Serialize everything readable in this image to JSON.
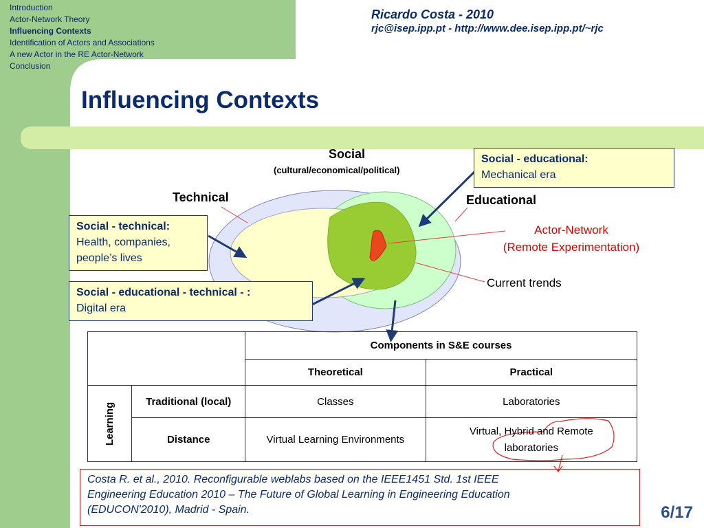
{
  "nav": {
    "items": [
      {
        "label": "Introduction"
      },
      {
        "label": "Actor-Network Theory"
      },
      {
        "label": "Influencing Contexts"
      },
      {
        "label": "Identification of Actors and Associations"
      },
      {
        "label": "A new Actor in the RE Actor-Network"
      },
      {
        "label": "Conclusion"
      }
    ]
  },
  "author": {
    "name": "Ricardo Costa - 2010",
    "contact": "rjc@isep.ipp.pt  - http://www.dee.isep.ipp.pt/~rjc"
  },
  "title": "Influencing Contexts",
  "diagram": {
    "social_label": "Social",
    "social_sub": "(cultural/economical/political)",
    "technical_label": "Technical",
    "educational_label": "Educational",
    "actor_network_line1": "Actor-Network",
    "actor_network_line2": "(Remote Experimentation)",
    "current_trends": "Current trends"
  },
  "boxes": {
    "social_educational": {
      "title": "Social - educational:",
      "text": "Mechanical era"
    },
    "social_technical": {
      "title": "Social - technical:",
      "line1": "Health, companies,",
      "line2": "people’s lives"
    },
    "social_edu_tech": {
      "title": "Social - educational - technical - :",
      "text": "Digital era"
    }
  },
  "table": {
    "header": "Components in S&E courses",
    "col_theoretical": "Theoretical",
    "col_practical": "Practical",
    "row_group": "Learning",
    "rows": [
      {
        "label": "Traditional (local)",
        "theoretical": "Classes",
        "practical": "Laboratories"
      },
      {
        "label": "Distance",
        "theoretical": "Virtual Learning Environments",
        "practical_line1": "Virtual, Hybrid and Remote",
        "practical_line2": "laboratories"
      }
    ]
  },
  "reference": {
    "line1": "Costa R. et al., 2010. Reconfigurable weblabs based on the IEEE1451 Std. 1st IEEE",
    "line2": "Engineering Education 2010 – The Future of Global Learning in Engineering Education",
    "line3": "(EDUCON'2010), Madrid - Spain."
  },
  "page_number": "6/17",
  "colors": {
    "sidebar_green": "#9fcd8e",
    "stripe_green": "#d4eda6",
    "title_blue": "#0b2b6b",
    "box_yellow": "#ffffcc",
    "accent_red": "#e00000"
  }
}
